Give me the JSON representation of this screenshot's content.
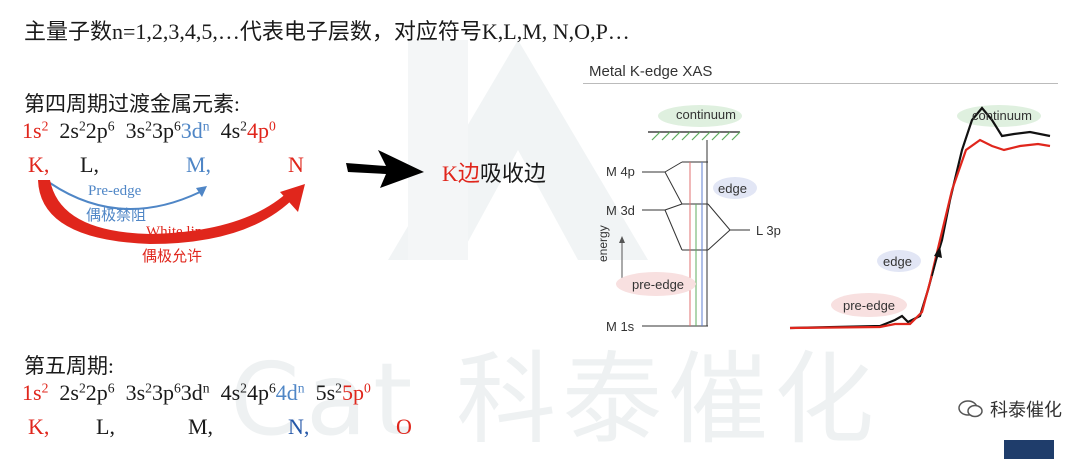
{
  "headline": "主量子数n=1,2,3,4,5,…代表电子层数，对应符号K,L,M, N,O,P…",
  "period4": {
    "title": "第四周期过渡金属元素:",
    "config": {
      "s1": "1s",
      "s1e": "2",
      "s2": "2s",
      "s2e": "2",
      "p2": "2p",
      "p2e": "6",
      "s3": "3s",
      "s3e": "2",
      "p3": "3p",
      "p3e": "6",
      "d3": "3d",
      "d3e": "n",
      "s4": "4s",
      "s4e": "2",
      "p4": "4p",
      "p4e": "0"
    },
    "shells": {
      "k": "K,",
      "l": "L,",
      "m": "M,",
      "n": "N"
    }
  },
  "arrows": {
    "pre_edge_en": "Pre-edge",
    "pre_edge_cn": "偶极禁阻",
    "white_line_en": "White line",
    "white_line_cn": "偶极允许"
  },
  "k_edge": {
    "k": "K边",
    "rest": "吸收边"
  },
  "xas": {
    "title": "Metal K-edge XAS",
    "continuum": "continuum",
    "edge": "edge",
    "pre_edge": "pre-edge",
    "m4p": "M 4p",
    "m3d": "M 3d",
    "l3p": "L 3p",
    "m1s": "M 1s",
    "energy": "energy",
    "spectrum_continuum": "continuum",
    "spectrum_edge": "edge",
    "spectrum_pre_edge": "pre-edge"
  },
  "period5": {
    "title": "第五周期:",
    "config": {
      "s1": "1s",
      "s1e": "2",
      "s2": "2s",
      "s2e": "2",
      "p2": "2p",
      "p2e": "6",
      "s3": "3s",
      "s3e": "2",
      "p3": "3p",
      "p3e": "6",
      "d3": "3d",
      "d3e": "n",
      "s4": "4s",
      "s4e": "2",
      "p4": "4p",
      "p4e": "6",
      "d4": "4d",
      "d4e": "n",
      "s5": "5s",
      "s5e": "2",
      "p5": "5p",
      "p5e": "0"
    },
    "shells": {
      "k": "K,",
      "l": "L,",
      "m": "M,",
      "n": "N,",
      "o": "O"
    }
  },
  "brand": "科泰催化",
  "watermark": "Cat 科泰催化",
  "colors": {
    "red": "#e0261c",
    "blue": "#4f86c6",
    "dark_blue": "#2457a8",
    "black_curve": "#111111"
  }
}
